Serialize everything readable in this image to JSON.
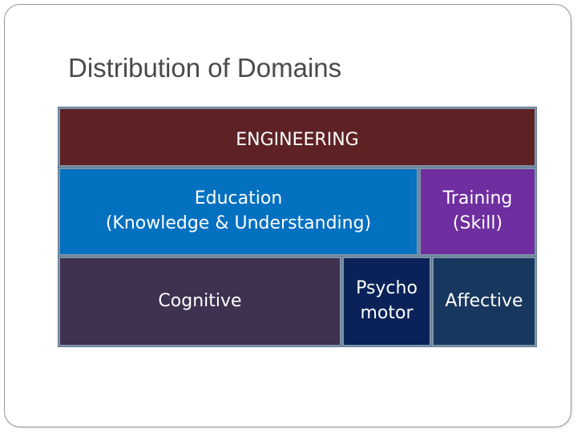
{
  "slide": {
    "title": "Distribution of Domains"
  },
  "diagram": {
    "engineering": "ENGINEERING",
    "education": "Education\n(Knowledge & Understanding)",
    "training": "Training\n(Skill)",
    "cognitive": "Cognitive",
    "psychomotor": "Psycho\nmotor",
    "affective": "Affective"
  },
  "colors": {
    "engineering": "#5e2224",
    "education": "#0470c0",
    "training": "#6f2fa0",
    "cognitive": "#3f3150",
    "psychomotor": "#0a2258",
    "affective": "#17375e"
  }
}
